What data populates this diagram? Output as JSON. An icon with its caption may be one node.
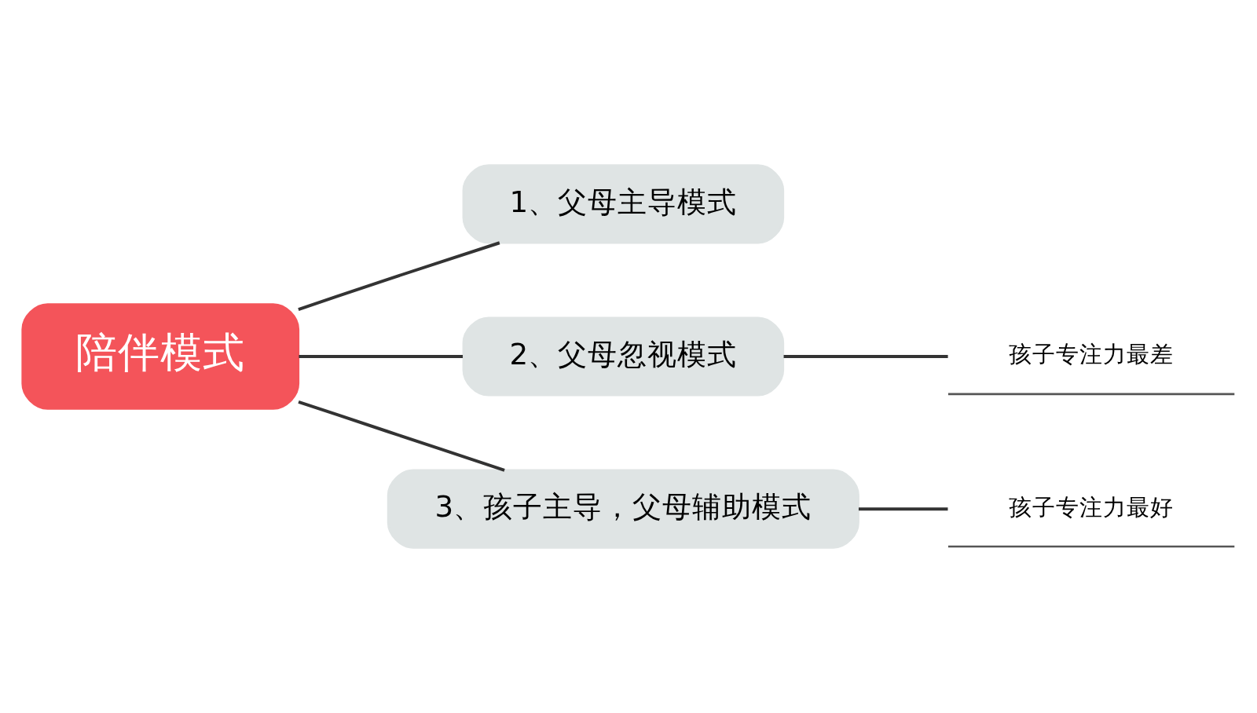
{
  "diagram": {
    "nodes": [
      {
        "text": [
          "陪伴模式"
        ]
      },
      {
        "text": [
          "1、父母主导模式"
        ]
      },
      {
        "text": [
          "2、父母忽视模式"
        ]
      },
      {
        "text": [
          "3、孩子主导，父母辅助模式"
        ]
      },
      {
        "text": [
          "孩子专注力最差"
        ]
      },
      {
        "text": [
          "孩子专注力最好"
        ]
      }
    ],
    "edges": [
      {
        "from": 0,
        "to": 1,
        "arrow": "none"
      },
      {
        "from": 0,
        "to": 2,
        "arrow": "none"
      },
      {
        "from": 0,
        "to": 3,
        "arrow": "none"
      },
      {
        "from": 2,
        "to": 4,
        "arrow": "none"
      },
      {
        "from": 3,
        "to": 5,
        "arrow": "none"
      }
    ]
  }
}
